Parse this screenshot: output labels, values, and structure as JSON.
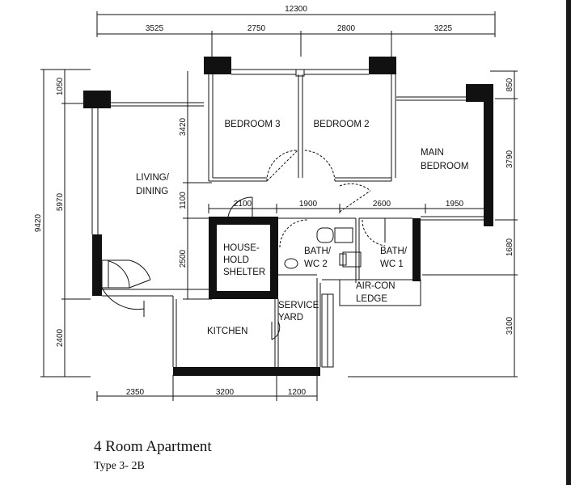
{
  "dimensions": {
    "top_total": "12300",
    "top_segments": [
      "3525",
      "2750",
      "2800",
      "3225"
    ],
    "left_total": "9420",
    "left_segments": [
      "1050",
      "5970",
      "2400"
    ],
    "right_segments": [
      "850",
      "3790",
      "1680",
      "3100"
    ],
    "inner_vertical": [
      "3420",
      "1100",
      "2500"
    ],
    "inner_horizontal": [
      "2100",
      "1900",
      "2600",
      "1950"
    ],
    "bottom_segments": [
      "2350",
      "3200",
      "1200"
    ]
  },
  "rooms": {
    "bedroom3": "BEDROOM 3",
    "bedroom2": "BEDROOM 2",
    "main_bedroom": [
      "MAIN",
      "BEDROOM"
    ],
    "living_dining": [
      "LIVING/",
      "DINING"
    ],
    "household_shelter": [
      "HOUSE-",
      "HOLD",
      "SHELTER"
    ],
    "bath2": [
      "BATH/",
      "WC 2"
    ],
    "bath1": [
      "BATH/",
      "WC 1"
    ],
    "aircon_ledge": [
      "AIR-CON",
      "LEDGE"
    ],
    "service_yard": [
      "SERVICE",
      "YARD"
    ],
    "kitchen": "KITCHEN"
  },
  "caption": {
    "title": "4 Room Apartment",
    "subtitle": "Type 3- 2B"
  }
}
